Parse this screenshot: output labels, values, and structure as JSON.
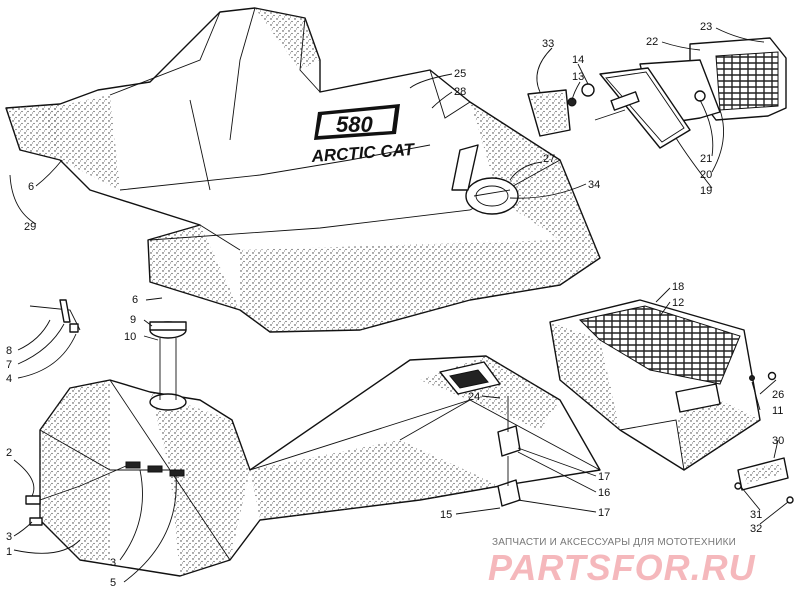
{
  "diagram": {
    "logo": {
      "model": "580",
      "brand": "ARCTIC CAT"
    },
    "callouts": [
      {
        "id": "c25",
        "label": "25"
      },
      {
        "id": "c28",
        "label": "28"
      },
      {
        "id": "c6a",
        "label": "6"
      },
      {
        "id": "c29",
        "label": "29"
      },
      {
        "id": "c27",
        "label": "27"
      },
      {
        "id": "c34",
        "label": "34"
      },
      {
        "id": "c33",
        "label": "33"
      },
      {
        "id": "c14",
        "label": "14"
      },
      {
        "id": "c13",
        "label": "13"
      },
      {
        "id": "c22",
        "label": "22"
      },
      {
        "id": "c23",
        "label": "23"
      },
      {
        "id": "c21",
        "label": "21"
      },
      {
        "id": "c20",
        "label": "20"
      },
      {
        "id": "c19",
        "label": "19"
      },
      {
        "id": "c6b",
        "label": "6"
      },
      {
        "id": "c9",
        "label": "9"
      },
      {
        "id": "c10",
        "label": "10"
      },
      {
        "id": "c8",
        "label": "8"
      },
      {
        "id": "c7",
        "label": "7"
      },
      {
        "id": "c4",
        "label": "4"
      },
      {
        "id": "c18",
        "label": "18"
      },
      {
        "id": "c12",
        "label": "12"
      },
      {
        "id": "c26",
        "label": "26"
      },
      {
        "id": "c11",
        "label": "11"
      },
      {
        "id": "c24",
        "label": "24"
      },
      {
        "id": "c2",
        "label": "2"
      },
      {
        "id": "c3a",
        "label": "3"
      },
      {
        "id": "c1",
        "label": "1"
      },
      {
        "id": "c3b",
        "label": "3"
      },
      {
        "id": "c5",
        "label": "5"
      },
      {
        "id": "c17a",
        "label": "17"
      },
      {
        "id": "c16",
        "label": "16"
      },
      {
        "id": "c17b",
        "label": "17"
      },
      {
        "id": "c15",
        "label": "15"
      },
      {
        "id": "c30",
        "label": "30"
      },
      {
        "id": "c31",
        "label": "31"
      },
      {
        "id": "c32",
        "label": "32"
      }
    ]
  },
  "watermark": {
    "tagline": "ЗАПЧАСТИ И АКСЕССУАРЫ ДЛЯ МОТОТЕХНИКИ",
    "brand": "PARTSFOR.RU"
  }
}
